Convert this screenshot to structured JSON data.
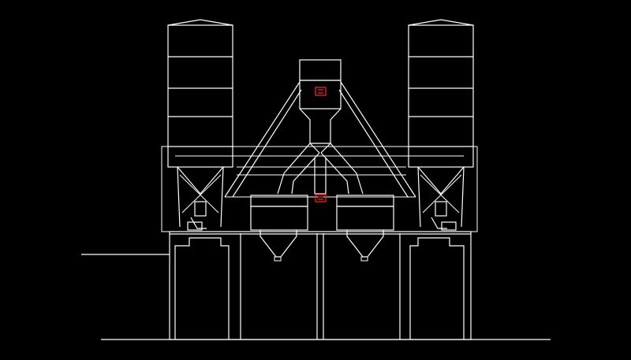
{
  "drawing": {
    "background_color": "#000000",
    "line_color": "#ffffff",
    "marker_color": "#e02020",
    "view": "front elevation",
    "components": [
      {
        "name": "left-cement-silo",
        "kind": "silo"
      },
      {
        "name": "right-cement-silo",
        "kind": "silo"
      },
      {
        "name": "central-mixer-tower",
        "kind": "tower"
      },
      {
        "name": "weigh-hopper-left",
        "kind": "hopper"
      },
      {
        "name": "weigh-hopper-right",
        "kind": "hopper"
      },
      {
        "name": "aggregate-bin-foundation",
        "kind": "foundation"
      }
    ]
  }
}
